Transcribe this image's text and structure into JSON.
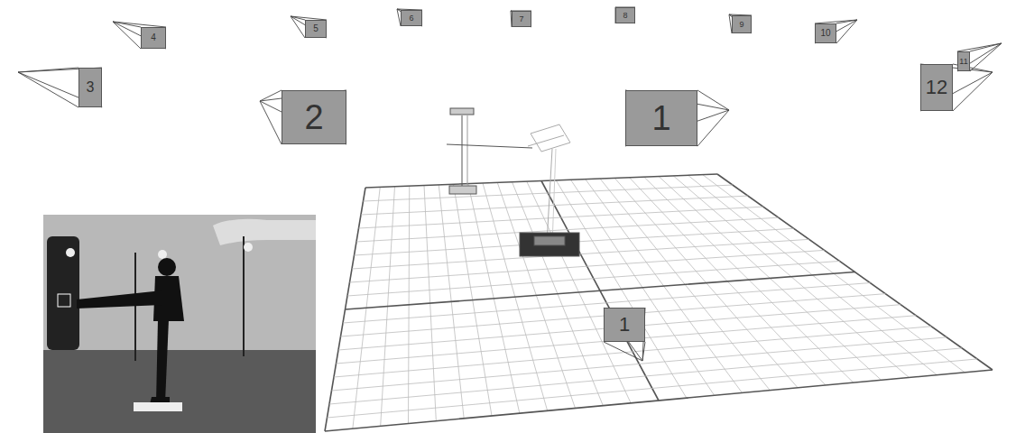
{
  "diagram": {
    "nodes": [
      {
        "text": [
          "4"
        ]
      },
      {
        "text": [
          "5"
        ]
      },
      {
        "text": [
          "6"
        ]
      },
      {
        "text": [
          "7"
        ]
      },
      {
        "text": [
          "8"
        ]
      },
      {
        "text": [
          "9"
        ]
      },
      {
        "text": [
          "10"
        ]
      },
      {
        "text": [
          "11"
        ]
      },
      {
        "text": [
          "3"
        ]
      },
      {
        "text": [
          "2"
        ]
      },
      {
        "text": [
          "1"
        ]
      },
      {
        "text": [
          "12"
        ]
      },
      {
        "text": [
          "1"
        ]
      }
    ]
  }
}
